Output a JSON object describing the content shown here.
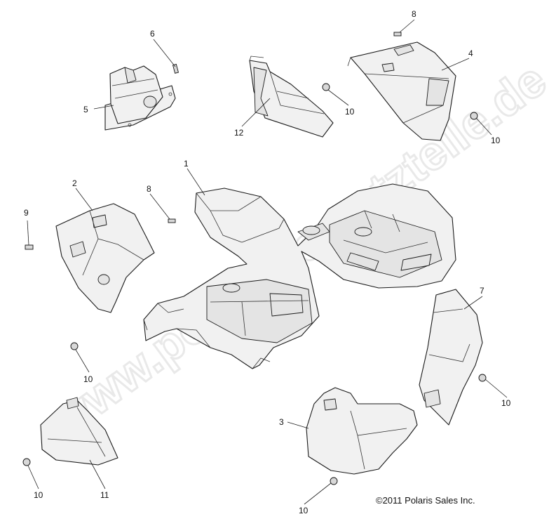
{
  "watermark": "www.polaris-ersatzteile.de",
  "copyright": "©2011 Polaris Sales Inc.",
  "callouts": [
    "1",
    "2",
    "3",
    "4",
    "5",
    "6",
    "7",
    "8",
    "8",
    "9",
    "10",
    "10",
    "10",
    "10",
    "10",
    "10",
    "11",
    "12"
  ]
}
